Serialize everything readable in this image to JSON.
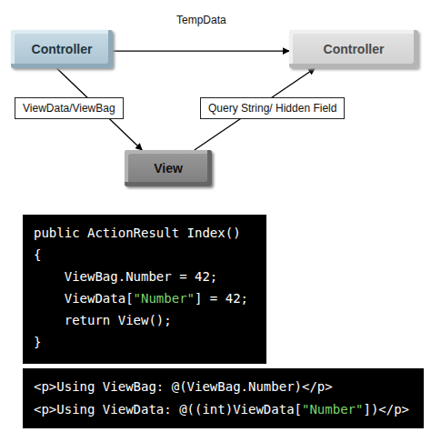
{
  "diagram": {
    "nodes": [
      {
        "text": [
          "Controller"
        ]
      },
      {
        "text": [
          "Controller"
        ]
      },
      {
        "text": [
          "View"
        ]
      }
    ],
    "edges": [
      {
        "from": 0,
        "to": 1,
        "label": "TempData",
        "arrow": "to"
      },
      {
        "from": 0,
        "to": 2,
        "label": "ViewData/ViewBag",
        "arrow": "to"
      },
      {
        "from": 2,
        "to": 1,
        "label": "Query String/ Hidden Field",
        "arrow": "to"
      }
    ],
    "labels": [
      "public ActionResult Index()",
      "{",
      "    ViewBag.Number = 42;",
      "    ViewData[\"Number\"] = 42;",
      "    return View();",
      "}",
      "<p>Using ViewBag: @(ViewBag.Number)</p>",
      "<p>Using ViewData: @((int)ViewData[\"Number\"])</p>"
    ]
  }
}
